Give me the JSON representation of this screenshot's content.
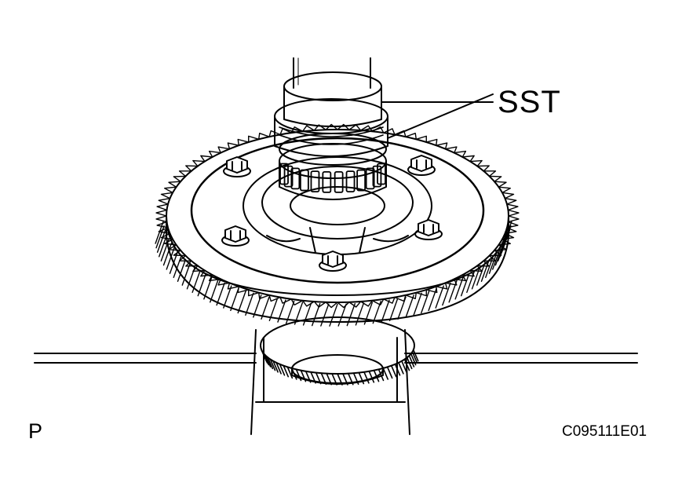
{
  "callout": {
    "sst": "SST"
  },
  "view_marker": "P",
  "figure_id": "C095111E01",
  "colors": {
    "ink": "#000000",
    "paper": "#ffffff"
  },
  "icons": [
    "bolt-icon",
    "gear-icon",
    "bearing-icon"
  ]
}
